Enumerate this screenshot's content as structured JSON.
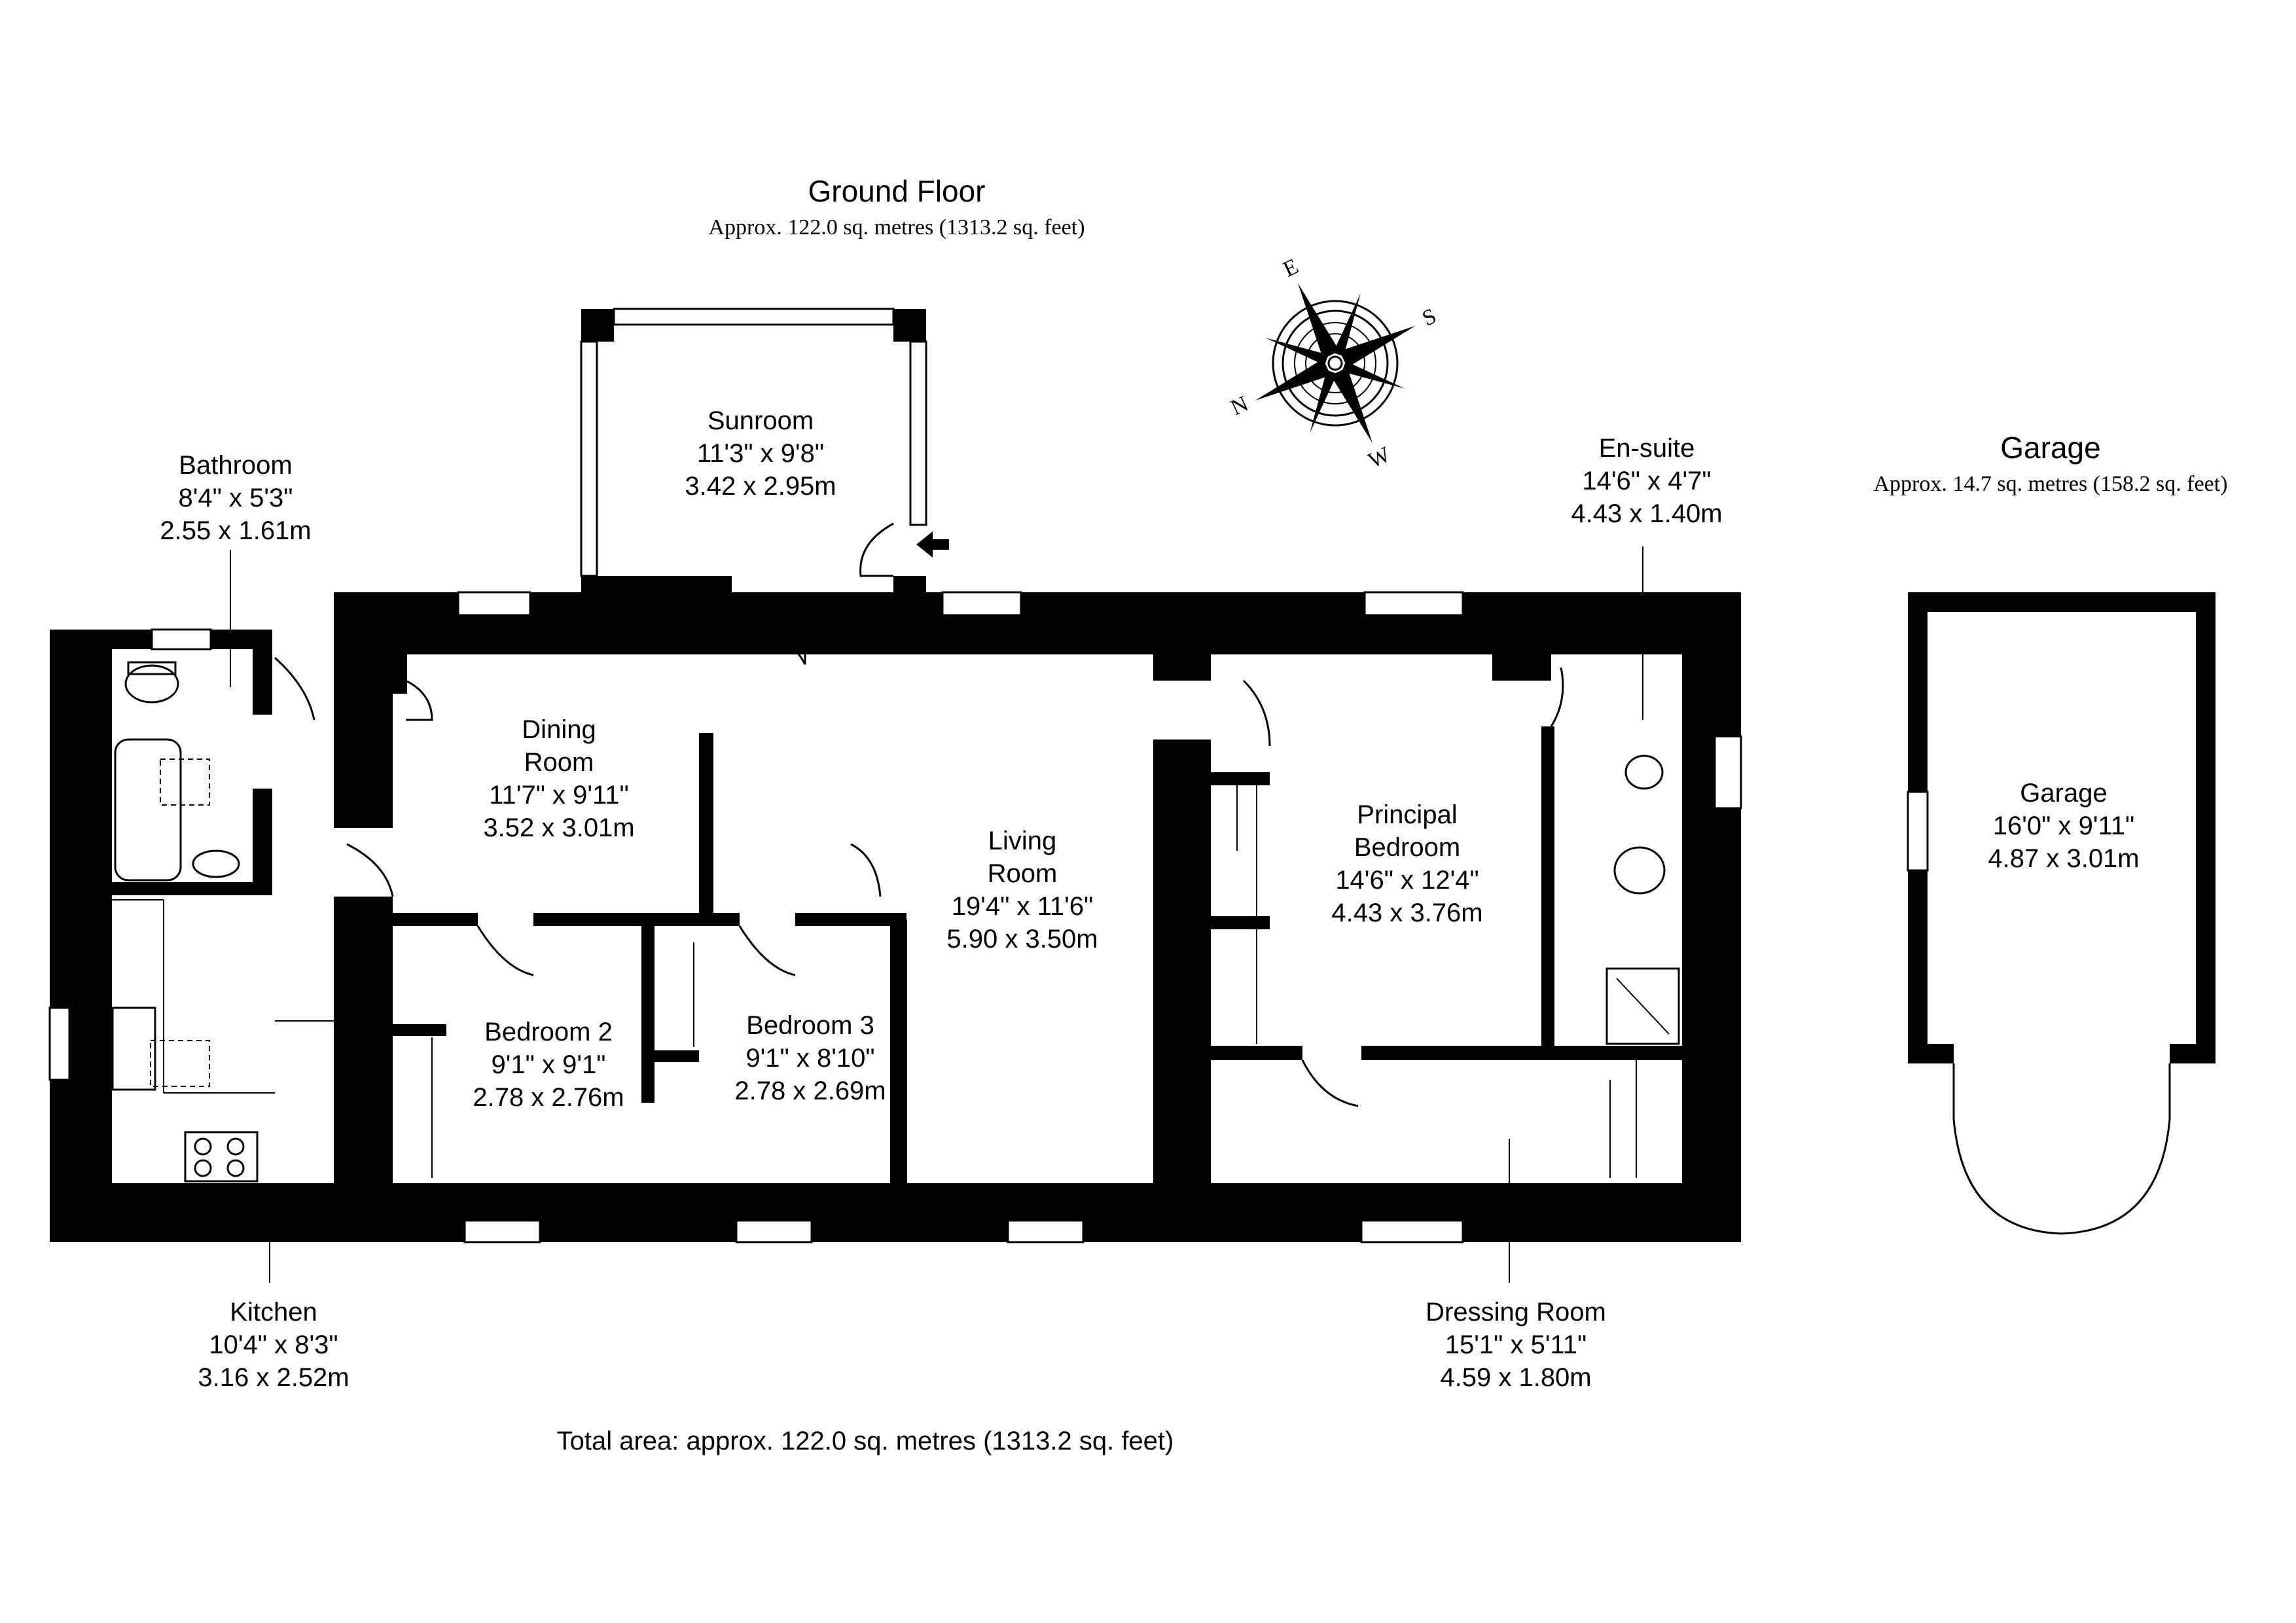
{
  "header": {
    "title": "Ground Floor",
    "area": "Approx. 122.0 sq. metres (1313.2 sq. feet)"
  },
  "garage_header": {
    "title": "Garage",
    "area": "Approx. 14.7 sq. metres (158.2 sq. feet)"
  },
  "footer": {
    "total": "Total area: approx. 122.0 sq. metres (1313.2 sq. feet)"
  },
  "rooms": {
    "sunroom": {
      "name": "Sunroom",
      "imperial": "11'3\" x 9'8\"",
      "metric": "3.42 x 2.95m"
    },
    "bathroom": {
      "name": "Bathroom",
      "imperial": "8'4\" x 5'3\"",
      "metric": "2.55 x 1.61m"
    },
    "dining": {
      "name_1": "Dining",
      "name_2": "Room",
      "imperial": "11'7\" x 9'11\"",
      "metric": "3.52 x 3.01m"
    },
    "living": {
      "name_1": "Living",
      "name_2": "Room",
      "imperial": "19'4\" x 11'6\"",
      "metric": "5.90 x 3.50m"
    },
    "principal": {
      "name_1": "Principal",
      "name_2": "Bedroom",
      "imperial": "14'6\" x 12'4\"",
      "metric": "4.43 x 3.76m"
    },
    "ensuite": {
      "name": "En-suite",
      "imperial": "14'6\" x 4'7\"",
      "metric": "4.43 x 1.40m"
    },
    "bedroom2": {
      "name": "Bedroom 2",
      "imperial": "9'1\" x 9'1\"",
      "metric": "2.78 x 2.76m"
    },
    "bedroom3": {
      "name": "Bedroom 3",
      "imperial": "9'1\" x 8'10\"",
      "metric": "2.78 x 2.69m"
    },
    "kitchen": {
      "name": "Kitchen",
      "imperial": "10'4\" x 8'3\"",
      "metric": "3.16 x 2.52m"
    },
    "dressing": {
      "name": "Dressing Room",
      "imperial": "15'1\" x 5'11\"",
      "metric": "4.59 x 1.80m"
    },
    "garage": {
      "name": "Garage",
      "imperial": "16'0\" x 9'11\"",
      "metric": "4.87 x 3.01m"
    }
  },
  "compass": {
    "icon": "compass-rose-icon",
    "letters": [
      "E",
      "S",
      "W",
      "N"
    ]
  }
}
